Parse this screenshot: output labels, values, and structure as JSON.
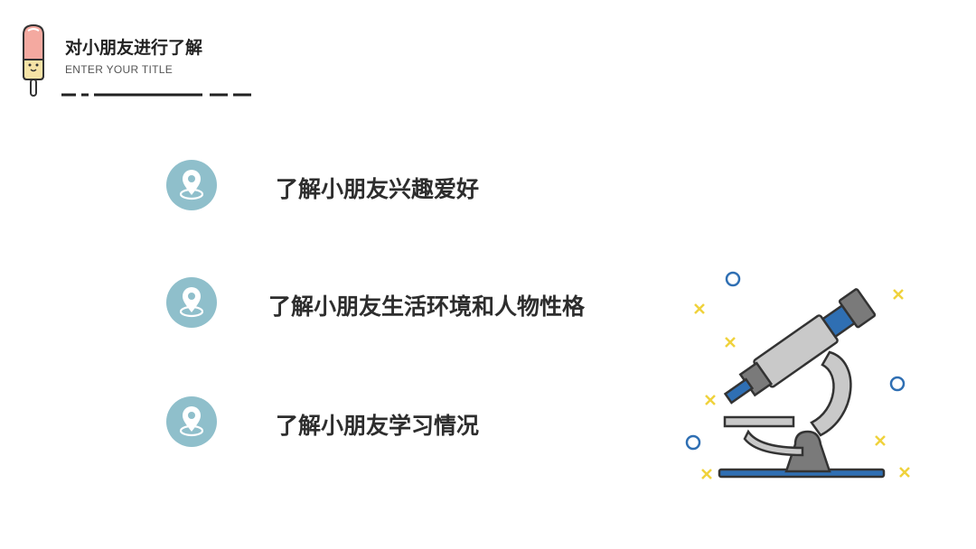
{
  "header": {
    "title": "对小朋友进行了解",
    "subtitle": "ENTER YOUR TITLE"
  },
  "items": [
    {
      "label": "了解小朋友兴趣爱好",
      "icon": "location-pin-icon"
    },
    {
      "label": "了解小朋友生活环境和人物性格",
      "icon": "location-pin-icon"
    },
    {
      "label": "了解小朋友学习情况",
      "icon": "location-pin-icon"
    }
  ],
  "illustration": {
    "icon": "microscope-icon"
  },
  "colors": {
    "icon_circle": "#8fbfcb",
    "text": "#2d2d2d",
    "microscope_blue": "#2f6fb3",
    "sparkle_yellow": "#f0d23c"
  }
}
